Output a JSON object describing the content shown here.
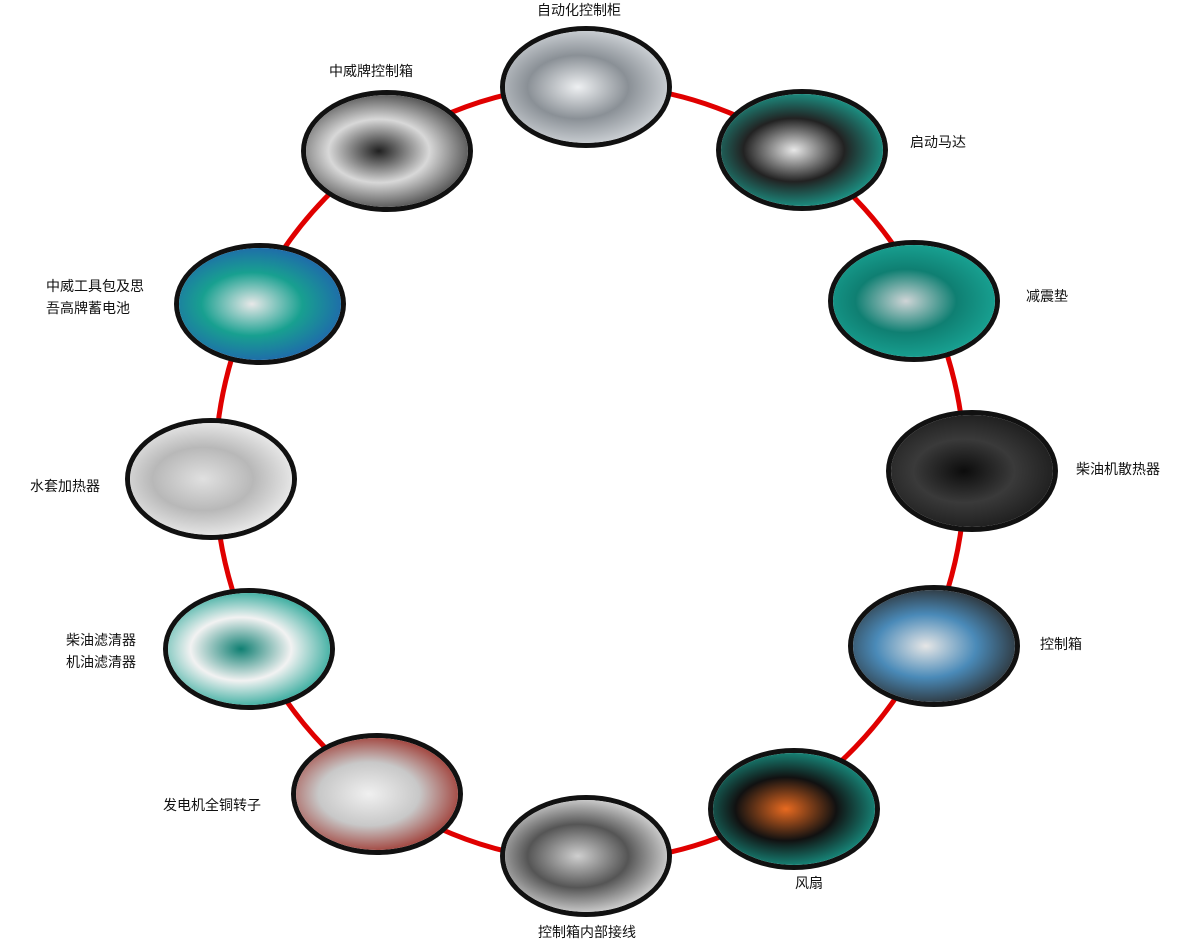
{
  "ring_color": "#e00000",
  "components": [
    {
      "id": "auto-control-cabinet",
      "label": "自动化控制柜",
      "colors": [
        "#d8dce0",
        "#8a9096",
        "#eef0f2"
      ]
    },
    {
      "id": "starter-motor",
      "label": "启动马达",
      "colors": [
        "#1aa898",
        "#222222",
        "#e8e8e8"
      ]
    },
    {
      "id": "shock-absorber",
      "label": "减震垫",
      "colors": [
        "#1aa898",
        "#0f7f72",
        "#cfd4d6"
      ]
    },
    {
      "id": "radiator",
      "label": "柴油机散热器",
      "colors": [
        "#1a1a1a",
        "#3a3a3a",
        "#0c0c0c"
      ]
    },
    {
      "id": "control-box",
      "label": "控制箱",
      "colors": [
        "#2a2a2a",
        "#4a8ab8",
        "#e6e6e6"
      ]
    },
    {
      "id": "fan",
      "label": "风扇",
      "colors": [
        "#18a090",
        "#111111",
        "#e86a20"
      ]
    },
    {
      "id": "control-box-wiring",
      "label": "控制箱内部接线",
      "colors": [
        "#e8e8e8",
        "#555555",
        "#cfcfcf"
      ]
    },
    {
      "id": "copper-rotor",
      "label": "发电机全铜转子",
      "colors": [
        "#9a2a22",
        "#c8c8c8",
        "#f0f0f0"
      ]
    },
    {
      "id": "filters",
      "label_lines": [
        "柴油滤清器",
        "机油滤清器"
      ],
      "colors": [
        "#18a090",
        "#f2f2f2",
        "#0f7f72"
      ]
    },
    {
      "id": "water-jacket-heater",
      "label": "水套加热器",
      "colors": [
        "#f2f2f2",
        "#b8b8b8",
        "#e0e0e0"
      ]
    },
    {
      "id": "toolkit-battery",
      "label_lines": [
        "中威工具包及思",
        "吾高牌蓄电池"
      ],
      "colors": [
        "#2060b0",
        "#18a090",
        "#e8e8e8"
      ]
    },
    {
      "id": "control-panel",
      "label": "中威牌控制箱",
      "colors": [
        "#3a3a3a",
        "#d8d8d8",
        "#202020"
      ]
    }
  ]
}
